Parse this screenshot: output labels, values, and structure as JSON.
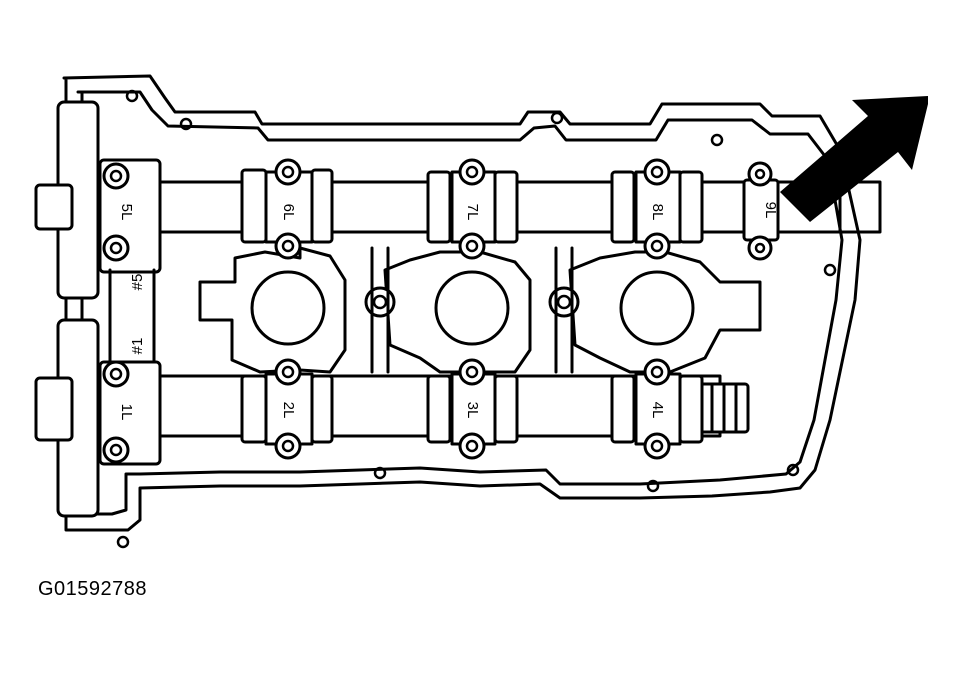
{
  "figure_id": "G01592788",
  "labels": {
    "cap_5L": "5L",
    "cap_6L": "6L",
    "cap_7L": "7L",
    "cap_8L": "8L",
    "cap_9L": "9L",
    "cap_1L": "1L",
    "cap_2L": "2L",
    "cap_3L": "3L",
    "cap_4L": "4L",
    "cyl_5": "#5",
    "cyl_1": "#1"
  },
  "colors": {
    "line": "#000000",
    "background": "#ffffff"
  },
  "icons": {
    "pointer": "arrow-pointer-icon"
  }
}
